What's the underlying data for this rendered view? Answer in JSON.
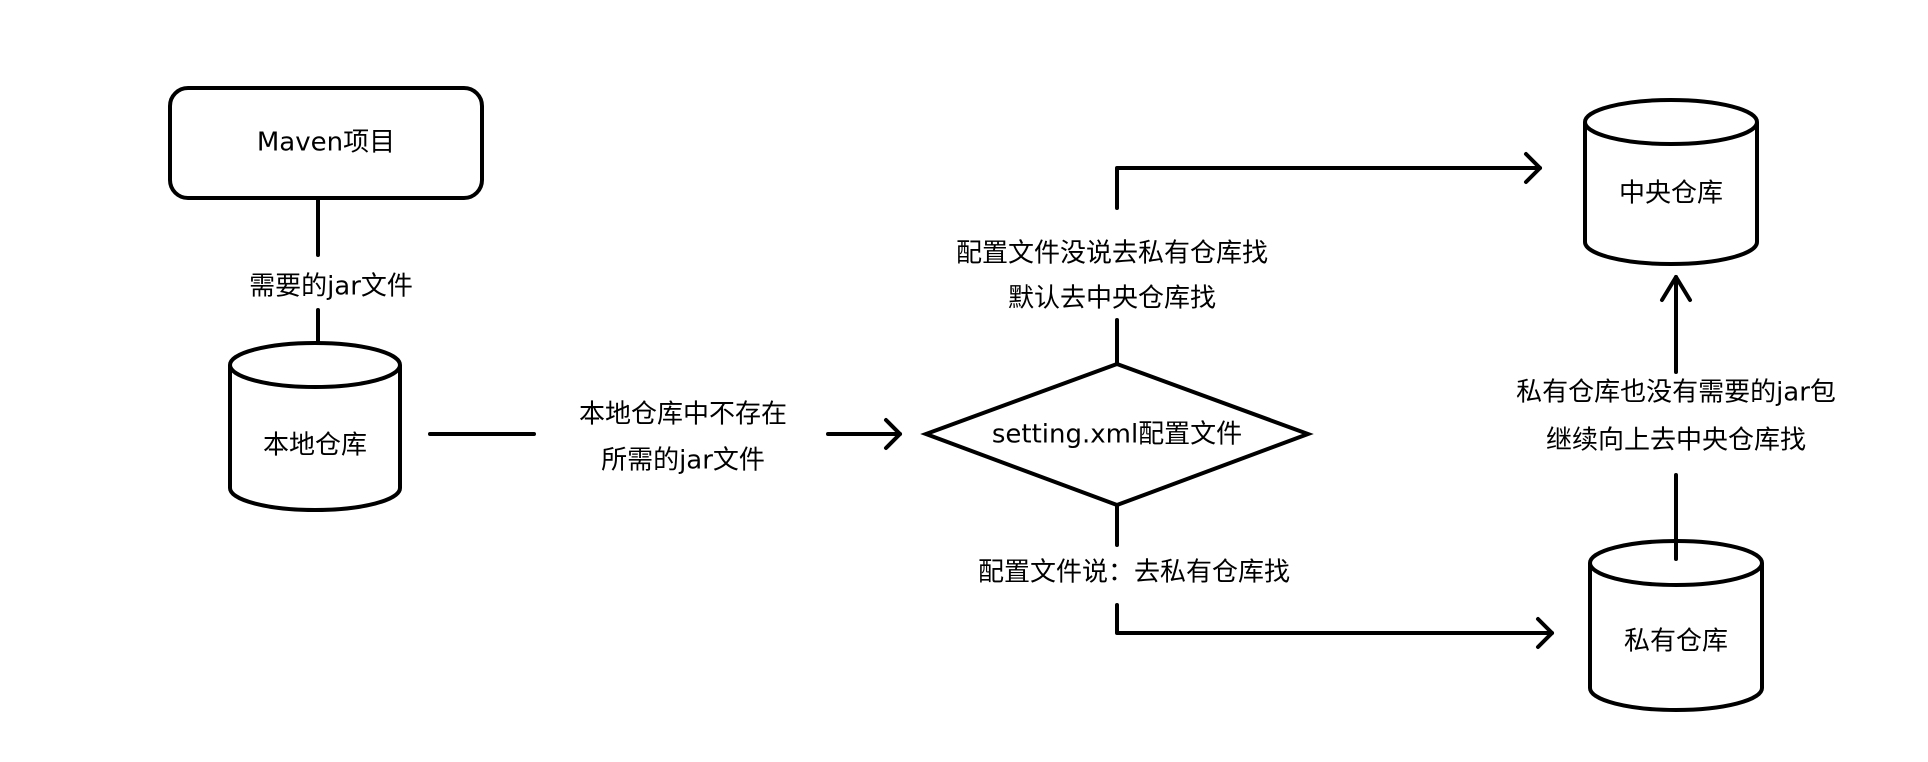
{
  "nodes": {
    "maven_project": "Maven项目",
    "local_repo": "本地仓库",
    "setting_xml": "setting.xml配置文件",
    "central_repo": "中央仓库",
    "private_repo": "私有仓库"
  },
  "edges": {
    "maven_to_local": "需要的jar文件",
    "local_to_setting": [
      "本地仓库中不存在",
      "所需的jar文件"
    ],
    "setting_to_central": [
      "配置文件没说去私有仓库找",
      "默认去中央仓库找"
    ],
    "setting_to_private": "配置文件说：去私有仓库找",
    "private_to_central": [
      "私有仓库也没有需要的jar包",
      "继续向上去中央仓库找"
    ]
  }
}
